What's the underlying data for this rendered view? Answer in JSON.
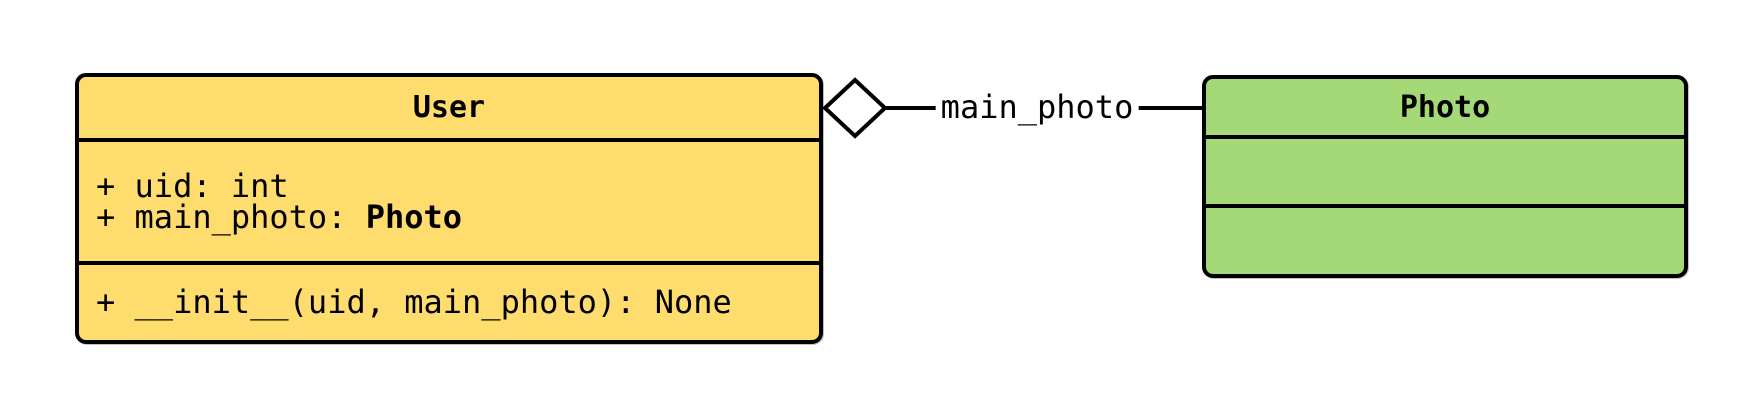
{
  "diagram": {
    "type": "uml-class-diagram",
    "background_color": "#ffffff",
    "line_color": "#000000",
    "classes": [
      {
        "name": "User",
        "fill_color": "#FFDC6E",
        "border_color": "#000000",
        "attributes": [
          {
            "prefix": "+ uid: ",
            "type": "int",
            "type_bold": false
          },
          {
            "prefix": "+ main_photo: ",
            "type": "Photo",
            "type_bold": true
          }
        ],
        "methods": [
          {
            "text": "+ __init__(uid, main_photo): None"
          }
        ]
      },
      {
        "name": "Photo",
        "fill_color": "#A5D876",
        "border_color": "#000000",
        "attributes": [],
        "methods": []
      }
    ],
    "relationships": [
      {
        "type": "aggregation",
        "from": "User",
        "to": "Photo",
        "label": "main_photo",
        "diamond_fill": "#ffffff"
      }
    ]
  }
}
